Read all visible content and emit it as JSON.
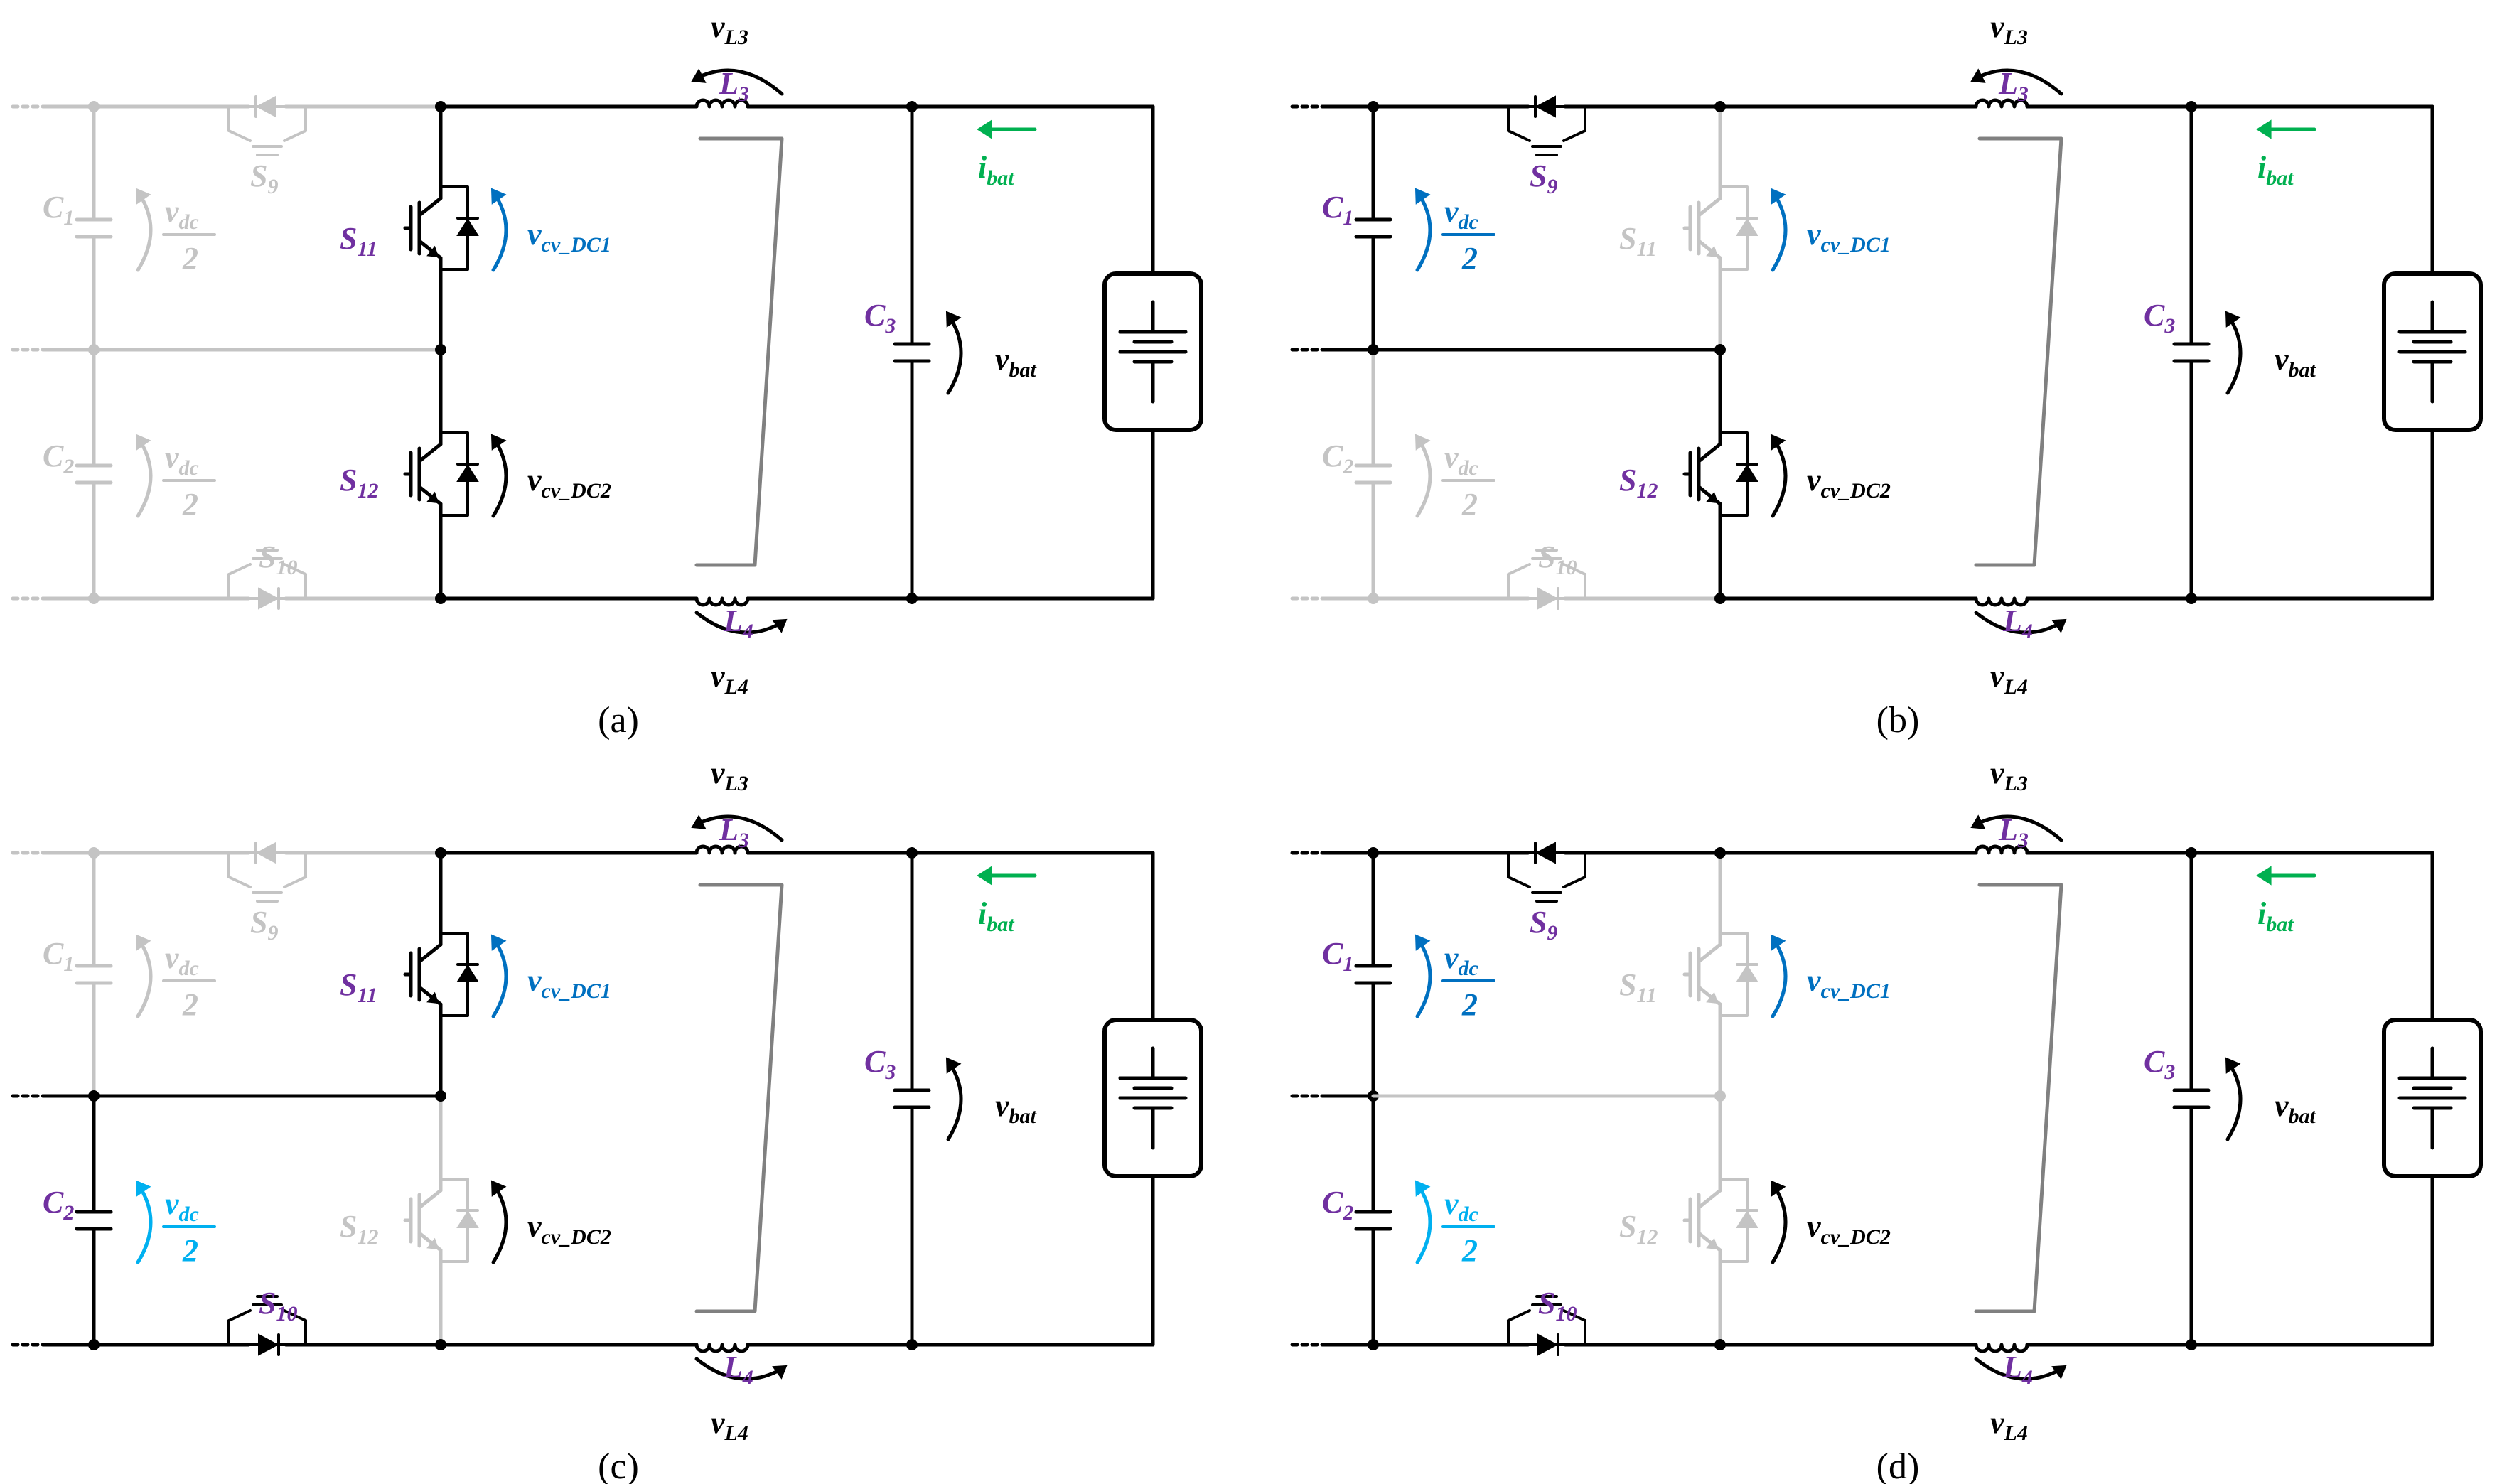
{
  "colors": {
    "active": "#000000",
    "inactive": "#c4c4c4",
    "coupling": "#808080",
    "label_purple": "#7030a0",
    "current_green": "#00b050",
    "blue_dark": "#0070c0",
    "blue_light": "#00b0f0"
  },
  "labels": {
    "c1": "C",
    "c1_sub": "1",
    "c2": "C",
    "c2_sub": "2",
    "c3": "C",
    "c3_sub": "3",
    "s9": "S",
    "s9_sub": "9",
    "s10": "S",
    "s10_sub": "10",
    "s11": "S",
    "s11_sub": "11",
    "s12": "S",
    "s12_sub": "12",
    "l3": "L",
    "l3_sub": "3",
    "l4": "L",
    "l4_sub": "4",
    "vdc_num": "v",
    "vdc_num_sub": "dc",
    "vdc_den": "2",
    "vl3": "v",
    "vl3_sub": "L3",
    "vl4": "v",
    "vl4_sub": "L4",
    "vcv1": "v",
    "vcv1_sub": "cv_DC1",
    "vcv2": "v",
    "vcv2_sub": "cv_DC2",
    "vbat": "v",
    "vbat_sub": "bat",
    "ibat": "i",
    "ibat_sub": "bat"
  },
  "panels": [
    {
      "caption": "(a)",
      "active": {
        "c1": false,
        "c2": false,
        "s9": false,
        "s10": false,
        "s11": true,
        "s12": true,
        "mid_link": false,
        "left_rail_top": false,
        "left_rail_bottom": false
      },
      "label_state": {
        "c1": "inactive",
        "c2": "inactive",
        "s9": "inactive",
        "s10": "inactive",
        "s11": "purple",
        "s12": "purple",
        "vdc1": "inactive",
        "vdc2": "inactive",
        "vcv1": "blue_dark",
        "vcv2": "active"
      }
    },
    {
      "caption": "(b)",
      "active": {
        "c1": true,
        "c2": false,
        "s9": true,
        "s10": false,
        "s11": false,
        "s12": true,
        "mid_link": true,
        "left_rail_top": true,
        "left_rail_bottom": false
      },
      "label_state": {
        "c1": "purple",
        "c2": "inactive",
        "s9": "purple",
        "s10": "inactive",
        "s11": "inactive",
        "s12": "purple",
        "vdc1": "blue_dark",
        "vdc2": "inactive",
        "vcv1": "blue_dark",
        "vcv2": "active"
      }
    },
    {
      "caption": "(c)",
      "active": {
        "c1": false,
        "c2": true,
        "s9": false,
        "s10": true,
        "s11": true,
        "s12": false,
        "mid_link": true,
        "left_rail_top": false,
        "left_rail_bottom": true
      },
      "label_state": {
        "c1": "inactive",
        "c2": "purple",
        "s9": "inactive",
        "s10": "purple",
        "s11": "purple",
        "s12": "inactive",
        "vdc1": "inactive",
        "vdc2": "blue_light",
        "vcv1": "blue_dark",
        "vcv2": "active"
      }
    },
    {
      "caption": "(d)",
      "active": {
        "c1": true,
        "c2": true,
        "s9": true,
        "s10": true,
        "s11": false,
        "s12": false,
        "mid_link": false,
        "left_rail_top": true,
        "left_rail_bottom": true
      },
      "label_state": {
        "c1": "purple",
        "c2": "purple",
        "s9": "purple",
        "s10": "purple",
        "s11": "inactive",
        "s12": "inactive",
        "vdc1": "blue_dark",
        "vdc2": "blue_light",
        "vcv1": "blue_dark",
        "vcv2": "active"
      }
    }
  ]
}
